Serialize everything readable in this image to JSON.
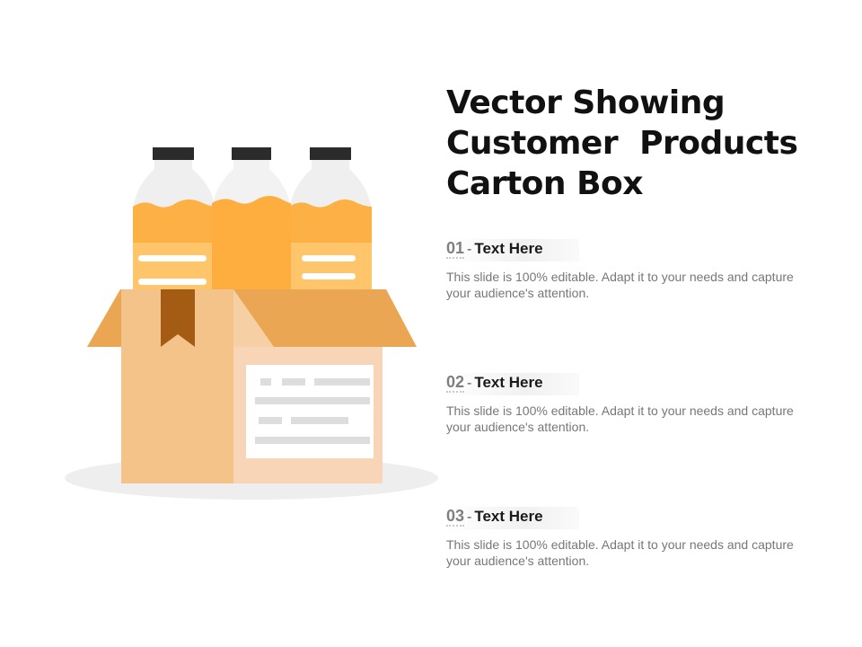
{
  "title_lines": [
    "Vector Showing",
    "Customer  Products",
    "Carton Box"
  ],
  "points": [
    {
      "number": "01",
      "separator": "-",
      "heading": "Text Here",
      "description": "This slide is 100% editable. Adapt it to your needs and capture your audience's attention."
    },
    {
      "number": "02",
      "separator": "-",
      "heading": "Text Here",
      "description": "This slide is 100% editable. Adapt it to your needs and capture your audience's attention."
    },
    {
      "number": "03",
      "separator": "-",
      "heading": "Text Here",
      "description": "This slide is 100% editable. Adapt it to your needs and capture your audience's attention."
    }
  ],
  "colors": {
    "juice": "#FDB043",
    "bottle_glass": "#EFEFEF",
    "cap": "#2B2B2B",
    "box_front": "#F4C38A",
    "box_side": "#F9D5B7",
    "box_flap": "#EBA653",
    "tape": "#A45C14",
    "label_card": "#FFFFFF",
    "shadow": "#EEEEEE"
  },
  "icons": [
    "carton-box-icon",
    "juice-bottle-icon"
  ]
}
